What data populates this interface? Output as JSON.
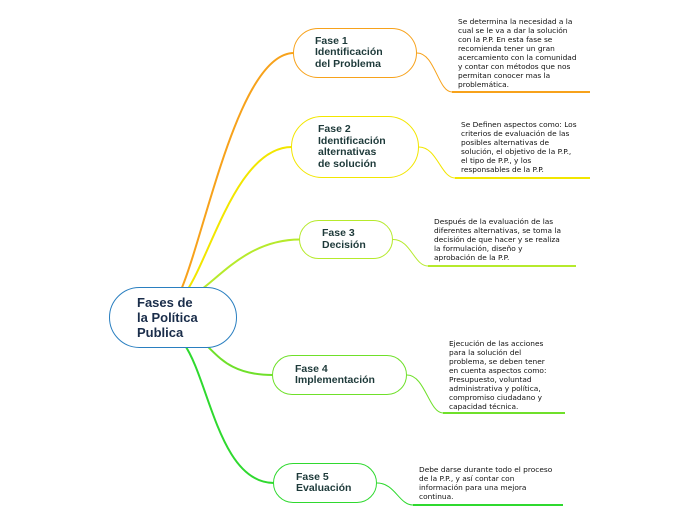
{
  "central": {
    "label": "Fases de\nla Política\nPublica",
    "color": "#2a7fc0"
  },
  "phases": [
    {
      "label": "Fase 1\nIdentificación\ndel Problema",
      "color": "#f7a21b",
      "note": "Se determina la necesidad a la\ncual se le va a dar la solución\ncon la P.P. En esta fase se\nrecomienda tener un gran\nacercamiento con la comunidad\ny contar con métodos que nos\npermitan conocer mas la\nproblemática."
    },
    {
      "label": "Fase 2\nIdentificación\nalternativas\nde solución",
      "color": "#f2e600",
      "note": "Se Definen aspectos como: Los\ncriterios de evaluación de las\nposibles alternativas de\nsolución, el objetivo de la P.P.,\nel tipo de P.P., y los\nresponsables de la P.P."
    },
    {
      "label": "Fase 3\nDecisión",
      "color": "#b6ea2c",
      "note": "Después de la evaluación de las\ndiferentes alternativas, se toma la\ndecisión de que hacer y se realiza\nla formulación,  diseño y\naprobación de la P.P."
    },
    {
      "label": "Fase 4\nImplementación",
      "color": "#6fe02a",
      "note": "Ejecución de las acciones\npara la solución del\nproblema,  se deben tener\nen cuenta aspectos como:\nPresupuesto, voluntad\nadministrativa y política,\ncompromiso ciudadano y\ncapacidad técnica."
    },
    {
      "label": "Fase 5\nEvaluación",
      "color": "#2fd92f",
      "note": "Debe darse durante todo el proceso\nde la P.P., y así contar con\ninformación para una mejora\ncontinua."
    }
  ]
}
